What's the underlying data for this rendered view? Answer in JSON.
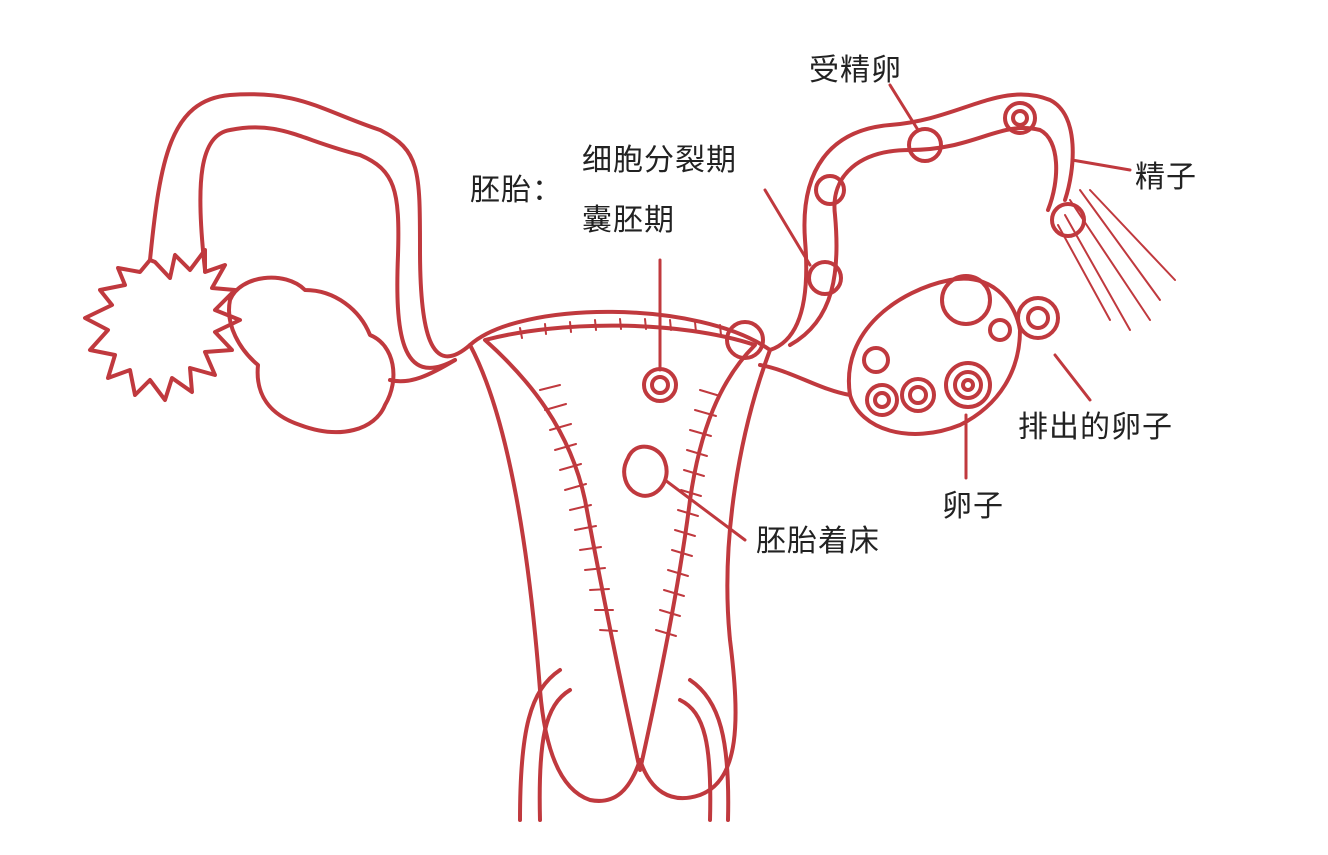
{
  "colors": {
    "stroke": "#c0393e",
    "fill": "#ffffff",
    "text": "#222222"
  },
  "labels": {
    "embryo_prefix": "胚胎：",
    "cleavage_stage": "细胞分裂期",
    "blastocyst_stage": "囊胚期",
    "fertilized_egg": "受精卵",
    "sperm": "精子",
    "released_egg": "排出的卵子",
    "egg": "卵子",
    "implantation": "胚胎着床"
  }
}
